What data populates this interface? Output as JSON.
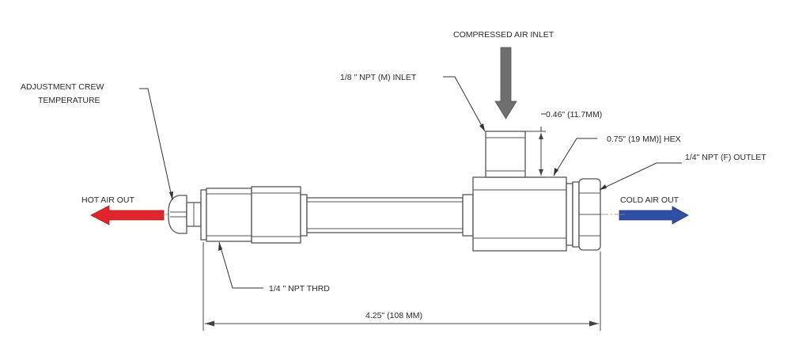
{
  "labels": {
    "compressed_air_inlet": "COMPRESSED AIR INLET",
    "inlet_thread": "1/8 \" NPT (M) INLET",
    "inlet_height": "0.46\" (11.7MM)",
    "hex_size": "0.75\" (19 MM)] HEX",
    "outlet_thread": "1/4\" NPT (F) OUTLET",
    "adjustment_line1": "ADJUSTMENT CREW",
    "adjustment_line2": "TEMPERATURE",
    "hot_air_out": "HOT AIR OUT",
    "cold_air_out": "COLD AIR OUT",
    "hot_end_thread": "1/4 \" NPT THRD",
    "overall_length": "4.25\" (108 MM)"
  },
  "colors": {
    "hot_arrow": "#e0262c",
    "cold_arrow": "#2e4fa3",
    "inlet_arrow": "#6e6e6e",
    "line": "#555555"
  }
}
